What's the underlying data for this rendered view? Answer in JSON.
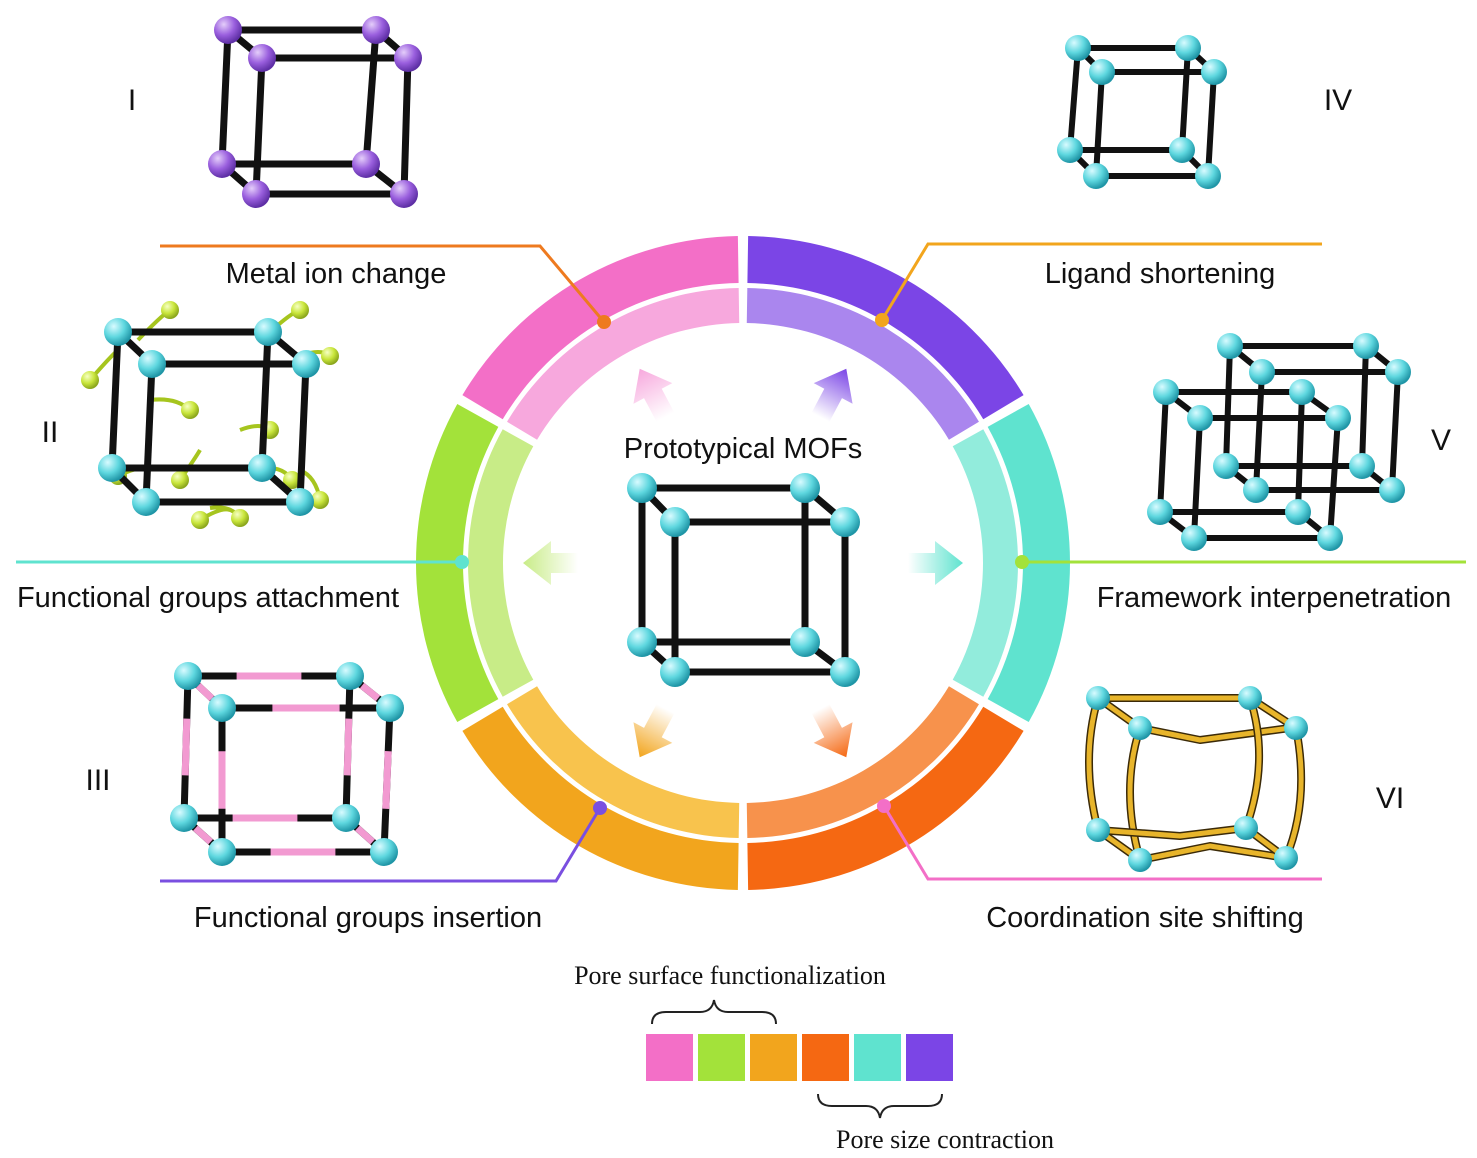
{
  "center": {
    "title": "Prototypical MOFs"
  },
  "strategies": [
    {
      "id": "I",
      "label": "Metal ion change",
      "color": "#f36fc7",
      "inner": "#f7a8dd",
      "line": "#ee7a1f"
    },
    {
      "id": "II",
      "label": "Functional groups attachment",
      "color": "#a3e23a",
      "inner": "#c8ec87",
      "line": "#5fe3cf"
    },
    {
      "id": "III",
      "label": "Functional groups insertion",
      "color": "#f2a51d",
      "inner": "#f8c34d",
      "line": "#7a4fe0"
    },
    {
      "id": "IV",
      "label": "Ligand shortening",
      "color": "#7b45e6",
      "inner": "#aa86ee",
      "line": "#f2a51d"
    },
    {
      "id": "V",
      "label": "Framework interpenetration",
      "color": "#5fe3cf",
      "inner": "#92ecdc",
      "line": "#a3e23a"
    },
    {
      "id": "VI",
      "label": "Coordination site shifting",
      "color": "#f56812",
      "inner": "#f7924c",
      "line": "#f36fc7"
    }
  ],
  "legend": {
    "top_label": "Pore surface functionalization",
    "bottom_label": "Pore size contraction",
    "swatches": [
      "#f36fc7",
      "#a3e23a",
      "#f2a51d",
      "#f56812",
      "#5fe3cf",
      "#7b45e6"
    ]
  },
  "node_colors": {
    "metal": "#8f55d6",
    "node": "#5ed7df",
    "node_dark": "#2aa8b8",
    "group": "#c9e63c",
    "linker_pink": "#f29ad1",
    "gold": "#e8b52b"
  }
}
